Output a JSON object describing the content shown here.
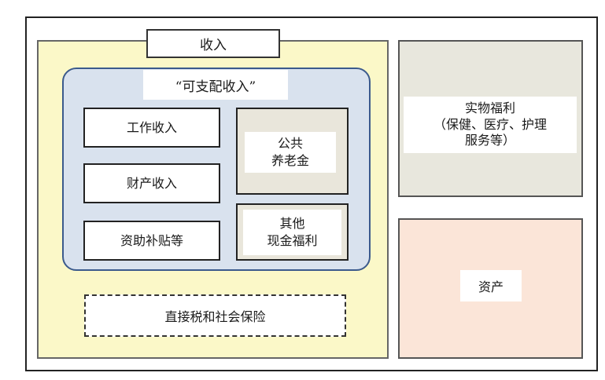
{
  "income": {
    "label": "收入"
  },
  "disposable": {
    "title": "“可支配收入”",
    "items": [
      "工作收入",
      "财产收入",
      "资助补贴等"
    ],
    "public_pension": {
      "line1": "公共",
      "line2": "养老金"
    },
    "other_cash": {
      "line1": "其他",
      "line2": "现金福利"
    }
  },
  "tax": {
    "label": "直接税和社会保险"
  },
  "in_kind": {
    "line1": "实物福利",
    "line2": "（保健、医疗、护理",
    "line3": "服务等）"
  },
  "assets": {
    "label": "资产"
  },
  "colors": {
    "income_fill": "#fbf8c8",
    "disposable_fill": "#d9e2ee",
    "disposable_border": "#3b5a8c",
    "grey_fill": "#e9e6db",
    "in_kind_fill": "#e8e7dd",
    "assets_fill": "#fbe5d8"
  }
}
